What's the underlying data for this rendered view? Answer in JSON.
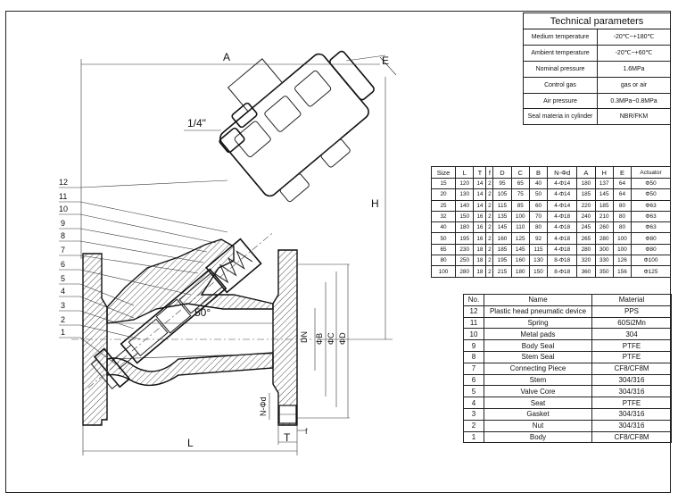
{
  "technical": {
    "title": "Technical parameters",
    "rows": [
      {
        "label": "Medium temperature",
        "value": "-20℃~+180℃"
      },
      {
        "label": "Ambient temperature",
        "value": "-20℃~+60℃"
      },
      {
        "label": "Nominal pressure",
        "value": "1.6MPa"
      },
      {
        "label": "Control gas",
        "value": "gas or air"
      },
      {
        "label": "Air pressure",
        "value": "0.3MPa~0.8MPa"
      },
      {
        "label": "Seal materia in cylinder",
        "value": "NBR/FKM"
      }
    ]
  },
  "size_table": {
    "headers": [
      "Size",
      "L",
      "T",
      "f",
      "D",
      "C",
      "B",
      "N-Φd",
      "A",
      "H",
      "E",
      "Actuator"
    ],
    "rows": [
      [
        "15",
        "120",
        "14",
        "2",
        "95",
        "65",
        "40",
        "4-Φ14",
        "180",
        "137",
        "64",
        "Φ50"
      ],
      [
        "20",
        "130",
        "14",
        "2",
        "105",
        "75",
        "50",
        "4-Φ14",
        "185",
        "145",
        "64",
        "Φ50"
      ],
      [
        "25",
        "140",
        "14",
        "2",
        "115",
        "85",
        "60",
        "4-Φ14",
        "220",
        "185",
        "80",
        "Φ63"
      ],
      [
        "32",
        "150",
        "16",
        "2",
        "135",
        "100",
        "70",
        "4-Φ18",
        "240",
        "210",
        "80",
        "Φ63"
      ],
      [
        "40",
        "180",
        "16",
        "2",
        "145",
        "110",
        "80",
        "4-Φ18",
        "245",
        "260",
        "80",
        "Φ63"
      ],
      [
        "50",
        "195",
        "16",
        "2",
        "160",
        "125",
        "92",
        "4-Φ18",
        "265",
        "280",
        "100",
        "Φ80"
      ],
      [
        "65",
        "230",
        "18",
        "2",
        "185",
        "145",
        "115",
        "4-Φ18",
        "280",
        "300",
        "100",
        "Φ80"
      ],
      [
        "80",
        "250",
        "18",
        "2",
        "195",
        "160",
        "130",
        "8-Φ18",
        "320",
        "330",
        "126",
        "Φ100"
      ],
      [
        "100",
        "280",
        "18",
        "2",
        "215",
        "180",
        "150",
        "8-Φ18",
        "360",
        "350",
        "156",
        "Φ125"
      ]
    ]
  },
  "materials": {
    "headers": [
      "No.",
      "Name",
      "Material"
    ],
    "rows": [
      [
        "12",
        "Plastic head pneumatic device",
        "PPS"
      ],
      [
        "11",
        "Spring",
        "60Si2Mn"
      ],
      [
        "10",
        "Metal pads",
        "304"
      ],
      [
        "9",
        "Body Seal",
        "PTFE"
      ],
      [
        "8",
        "Stem Seal",
        "PTFE"
      ],
      [
        "7",
        "Connecting Piece",
        "CF8/CF8M"
      ],
      [
        "6",
        "Stem",
        "304/316"
      ],
      [
        "5",
        "Valve Core",
        "304/316"
      ],
      [
        "4",
        "Seat",
        "PTFE"
      ],
      [
        "3",
        "Gasket",
        "304/316"
      ],
      [
        "2",
        "Nut",
        "304/316"
      ],
      [
        "1",
        "Body",
        "CF8/CF8M"
      ]
    ]
  },
  "drawing": {
    "dim_labels": {
      "A": "A",
      "E": "E",
      "H": "H",
      "L": "L",
      "T": "T",
      "f": "f",
      "thread": "1/4\"",
      "angle": "50°",
      "DN": "DN",
      "B": "ΦB",
      "C": "ΦC",
      "D": "ΦD",
      "Nd": "N-Φd"
    },
    "callouts": [
      "12",
      "11",
      "10",
      "9",
      "8",
      "7",
      "6",
      "5",
      "4",
      "3",
      "2",
      "1"
    ]
  }
}
